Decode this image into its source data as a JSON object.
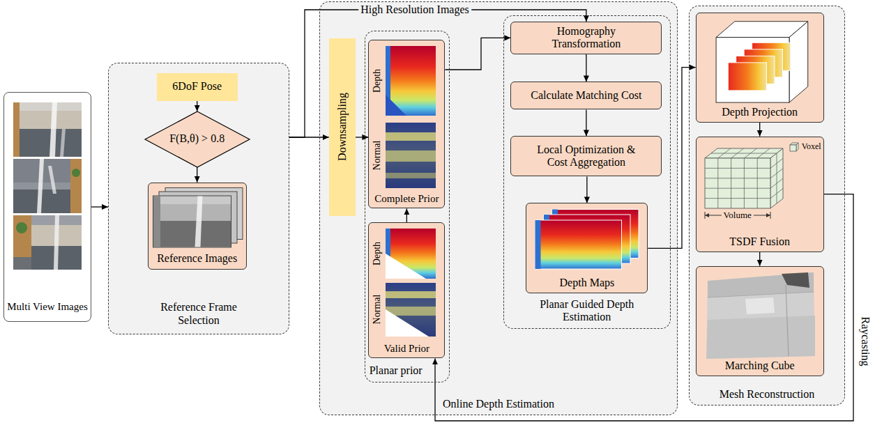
{
  "diagram": {
    "nodes": [
      {
        "text": [
          "Multi View Images"
        ]
      },
      {
        "text": [
          "Reference Frame Selection"
        ]
      },
      {
        "text": [
          "6DoF Pose"
        ],
        "in": 1
      },
      {
        "text": [
          "F(B,θ) > 0.8"
        ],
        "in": 1
      },
      {
        "text": [
          "Reference Images"
        ],
        "in": 1
      },
      {
        "text": [
          "Online Depth Estimation"
        ]
      },
      {
        "text": [
          "Downsampling"
        ],
        "in": 5
      },
      {
        "text": [
          "Planar prior"
        ],
        "in": 5
      },
      {
        "text": [
          "Depth",
          "Normal",
          "Complete Prior"
        ],
        "in": 7
      },
      {
        "text": [
          "Depth",
          "Normal",
          "Valid Prior"
        ],
        "in": 7
      },
      {
        "text": [
          "Planar Guided Depth Estimation"
        ],
        "in": 5
      },
      {
        "text": [
          "Homography Transformation"
        ],
        "in": 10
      },
      {
        "text": [
          "Calculate Matching Cost"
        ],
        "in": 10
      },
      {
        "text": [
          "Local Optimization & Cost Aggregation"
        ],
        "in": 10
      },
      {
        "text": [
          "Depth Maps"
        ],
        "in": 10
      },
      {
        "text": [
          "Mesh Reconstruction"
        ]
      },
      {
        "text": [
          "Depth Projection"
        ],
        "in": 15
      },
      {
        "text": [
          "Voxel",
          "Volume",
          "TSDF Fusion"
        ],
        "in": 15
      },
      {
        "text": [
          "Marching Cube"
        ],
        "in": 15
      }
    ],
    "edges": [
      {
        "from": 0,
        "to": 1,
        "arrow": "to"
      },
      {
        "from": 2,
        "to": 3,
        "arrow": "to"
      },
      {
        "from": 3,
        "to": 4,
        "arrow": "to"
      },
      {
        "from": 1,
        "to": 6,
        "arrow": "to"
      },
      {
        "from": 1,
        "to": 11,
        "label": "High Resolution Images",
        "arrow": "to"
      },
      {
        "from": 6,
        "to": 8,
        "arrow": "to"
      },
      {
        "from": 9,
        "to": 8,
        "arrow": "to"
      },
      {
        "from": 8,
        "to": 11,
        "arrow": "to"
      },
      {
        "from": 11,
        "to": 12,
        "arrow": "to"
      },
      {
        "from": 12,
        "to": 13,
        "arrow": "to"
      },
      {
        "from": 13,
        "to": 14,
        "arrow": "to"
      },
      {
        "from": 14,
        "to": 16,
        "arrow": "to"
      },
      {
        "from": 16,
        "to": 17,
        "arrow": "to"
      },
      {
        "from": 17,
        "to": 18,
        "arrow": "to"
      },
      {
        "from": 17,
        "to": 9,
        "label": "Raycasting",
        "arrow": "to"
      }
    ]
  }
}
